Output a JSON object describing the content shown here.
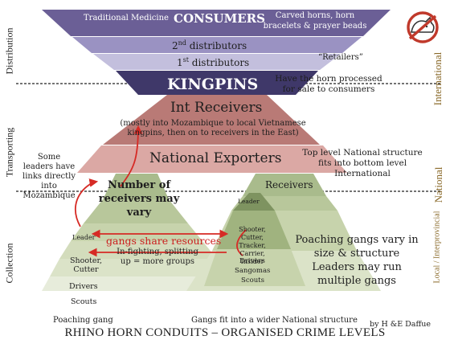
{
  "title": "RHINO HORN CONDUITS – ORGANISED CRIME LEVELS",
  "credit": "by H &E Daffue",
  "side_labels": {
    "distribution": "Distribution",
    "transporting": "Transporting",
    "collection": "Collection",
    "international": "International",
    "national": "National",
    "local": "Local / Interprovincial"
  },
  "top_funnel": {
    "consumers": "CONSUMERS",
    "traditional_medicine": "Traditional Medicine",
    "carved_products": "Carved horns, horn bracelets & prayer beads",
    "second_distributors_num": "2",
    "second_distributors_sup": "nd",
    "second_distributors_rest": " distributors",
    "first_distributors_num": "1",
    "first_distributors_sup": "st",
    "first_distributors_rest": " distributors",
    "retailers_note": "“Retailers”",
    "kingpins": "KINGPINS",
    "kingpins_note": "Have the horn processed for sale to consumers"
  },
  "middle": {
    "int_receivers": "Int Receivers",
    "int_receivers_note": "(mostly into Mozambique to local Vietnamese kingpins, then on to receivers in the East)",
    "national_exporters": "National Exporters",
    "exporters_note": "Top level National structure fits into bottom level International",
    "leaders_note": "Some leaders have links directly into Mozambique"
  },
  "left_pyramid": {
    "top": "Number of receivers may vary",
    "leader": "Leader",
    "shooter": "Shooter, Cutter",
    "infighting": "In-fighting, splitting up = more groups",
    "drivers": "Drivers",
    "scouts": "Scouts",
    "caption": "Poaching gang"
  },
  "right_pyramid": {
    "receivers": "Receivers",
    "leader": "Leader",
    "shooters": "Shooter, Cutter, Tracker, Carrier, Insider",
    "drivers": "Drivers",
    "sangomas": "Sangomas",
    "scouts": "Scouts",
    "note": "Poaching gangs vary in size & structure Leaders may run multiple gangs",
    "caption": "Gangs fit into a wider National structure"
  },
  "arrow_label": "gangs share resources",
  "logo": "rhino-logo",
  "colors": {
    "funnel_dark": "#6b5f96",
    "funnel_mid": "#9a92c2",
    "funnel_light": "#c3bfdd",
    "kingpins": "#3f3869",
    "int_receivers": "#b97a76",
    "exporters": "#dba8a4",
    "pyramid_top": "#a9bb8c",
    "pyramid_mid": "#c7d3ac",
    "pyramid_low": "#dbe3c8",
    "pyramid_base": "#e7ecdb",
    "arrow": "#d62a25",
    "accent_label": "#8a6a2a"
  }
}
